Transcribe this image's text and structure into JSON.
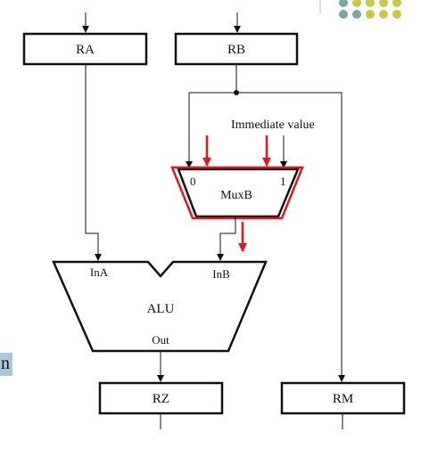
{
  "registers": {
    "ra": "RA",
    "rb": "RB",
    "rz": "RZ",
    "rm": "RM"
  },
  "mux": {
    "label": "MuxB",
    "input0": "0",
    "input1": "1"
  },
  "alu": {
    "label": "ALU",
    "in_a": "InA",
    "in_b": "InB",
    "out": "Out"
  },
  "immediate_label": "Immediate value",
  "side_fragment": "n",
  "decor_dots": {
    "row1": [
      "#7aa5a8",
      "#c7c74a",
      "#c7c74a",
      "#c7c74a",
      "#c7c74a"
    ],
    "row2": [
      "#7aa5a8",
      "#7aa5a8",
      "#c7c74a",
      "#c7c74a",
      "#c7c74a"
    ]
  },
  "colors": {
    "highlight": "#e8141b",
    "line": "#111111",
    "tab": "#a9c8d8"
  }
}
